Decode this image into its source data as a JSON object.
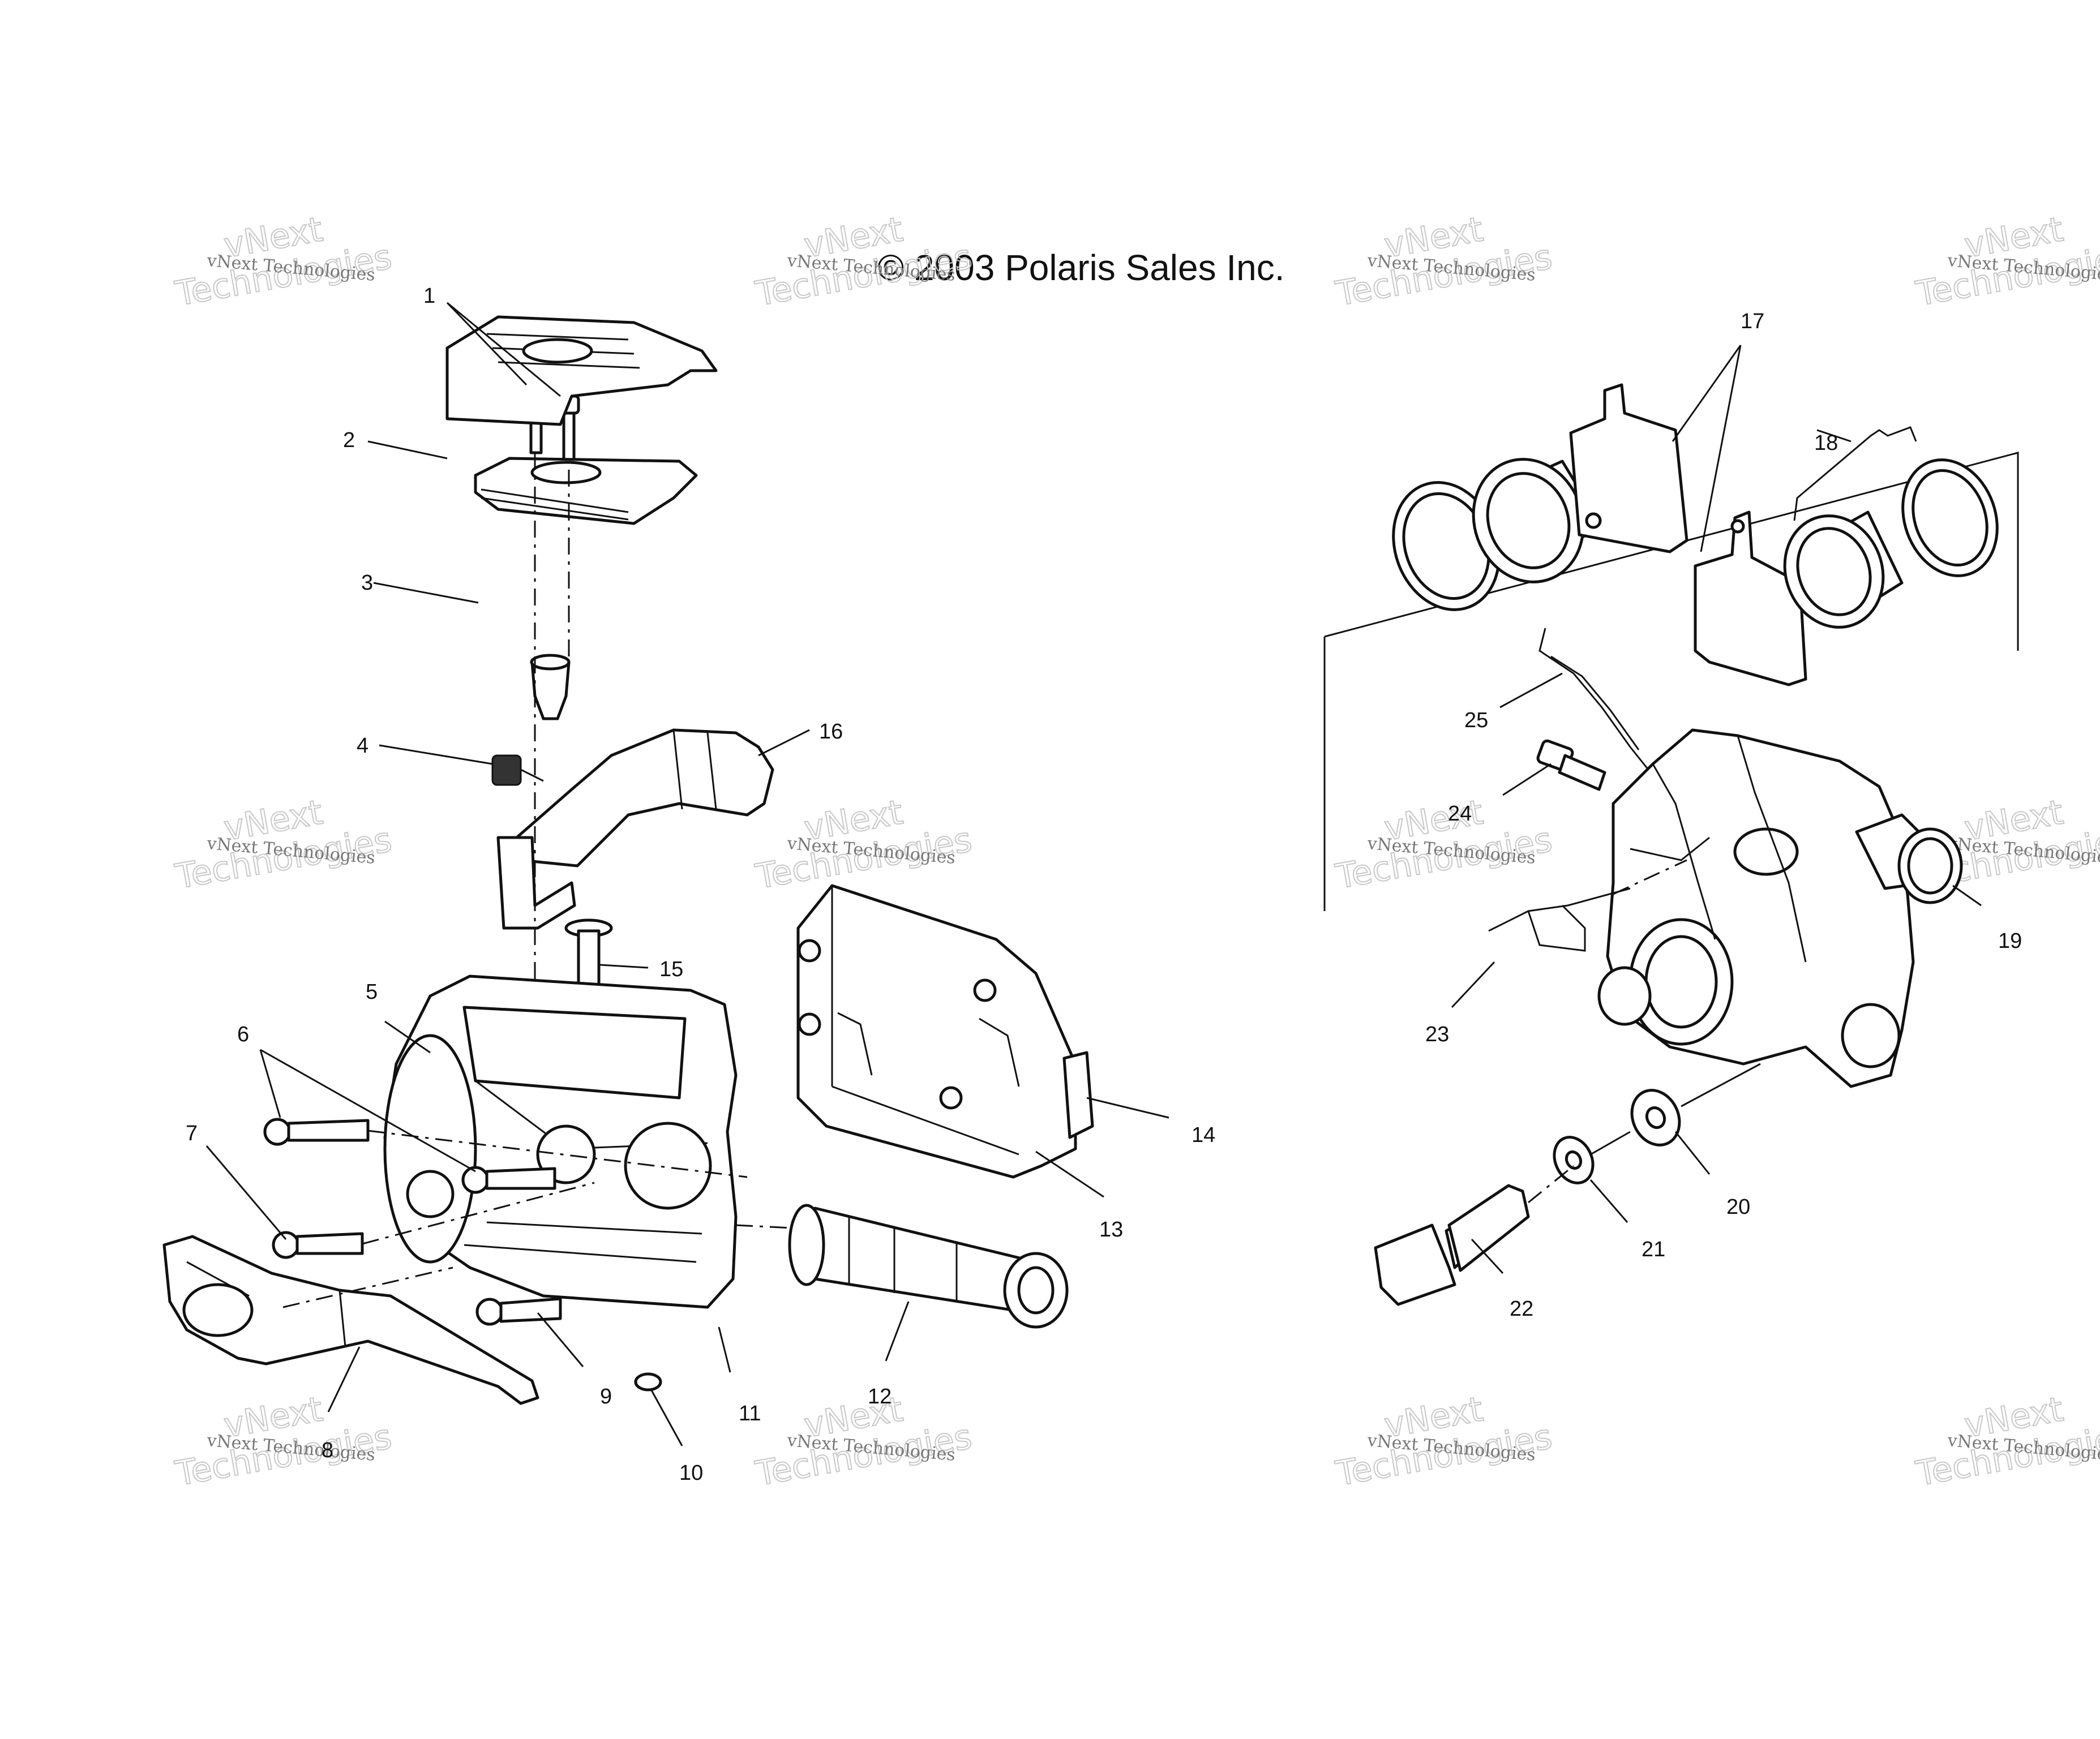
{
  "title": "© 2003 Polaris Sales Inc.",
  "watermark": {
    "line1": "vNext Technologies",
    "line2a": "vNext",
    "line2b": "Technologies"
  },
  "callouts": [
    "1",
    "2",
    "3",
    "4",
    "5",
    "6",
    "7",
    "8",
    "9",
    "10",
    "11",
    "12",
    "13",
    "14",
    "15",
    "16",
    "17",
    "18",
    "19",
    "20",
    "21",
    "22",
    "23",
    "24",
    "25"
  ],
  "colors": {
    "ink": "#111111",
    "watermark": "#c8c8c8",
    "background": "#ffffff"
  }
}
